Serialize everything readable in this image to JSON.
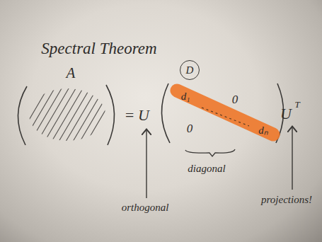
{
  "diagram": {
    "title": "Spectral Theorem",
    "nodes": [
      {
        "text": [
          "D"
        ]
      }
    ],
    "labels": [
      "A",
      "=",
      "U",
      "d₁",
      "dₙ",
      "0",
      "0",
      "U",
      "T",
      "orthogonal",
      "diagonal",
      "projections!"
    ]
  }
}
